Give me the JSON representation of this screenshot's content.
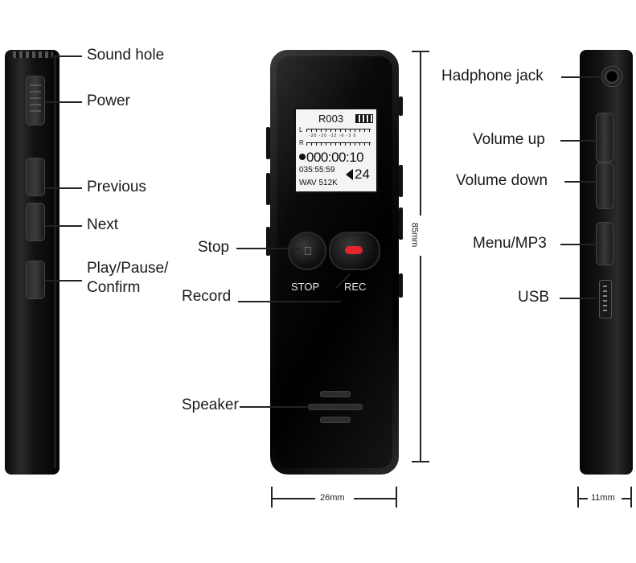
{
  "labels": {
    "sound_hole": "Sound hole",
    "power": "Power",
    "previous": "Previous",
    "next": "Next",
    "play_pause": "Play/Pause/",
    "confirm": "Confirm",
    "stop": "Stop",
    "record": "Record",
    "speaker": "Speaker",
    "headphone_jack": "Hadphone jack",
    "volume_up": "Volume up",
    "volume_down": "Volume down",
    "menu_mp3": "Menu/MP3",
    "usb": "USB"
  },
  "device": {
    "stop_button": "STOP",
    "rec_button": "REC"
  },
  "screen": {
    "file": "R003",
    "channel_l": "L",
    "channel_r": "R",
    "meter_scale": "-30 -20 -12 -6 -3 0",
    "elapsed": "000:00:10",
    "remaining": "035:55:59",
    "volume": "24",
    "format": "WAV 512K"
  },
  "dimensions": {
    "height": "85mm",
    "width": "26mm",
    "depth": "11mm"
  }
}
